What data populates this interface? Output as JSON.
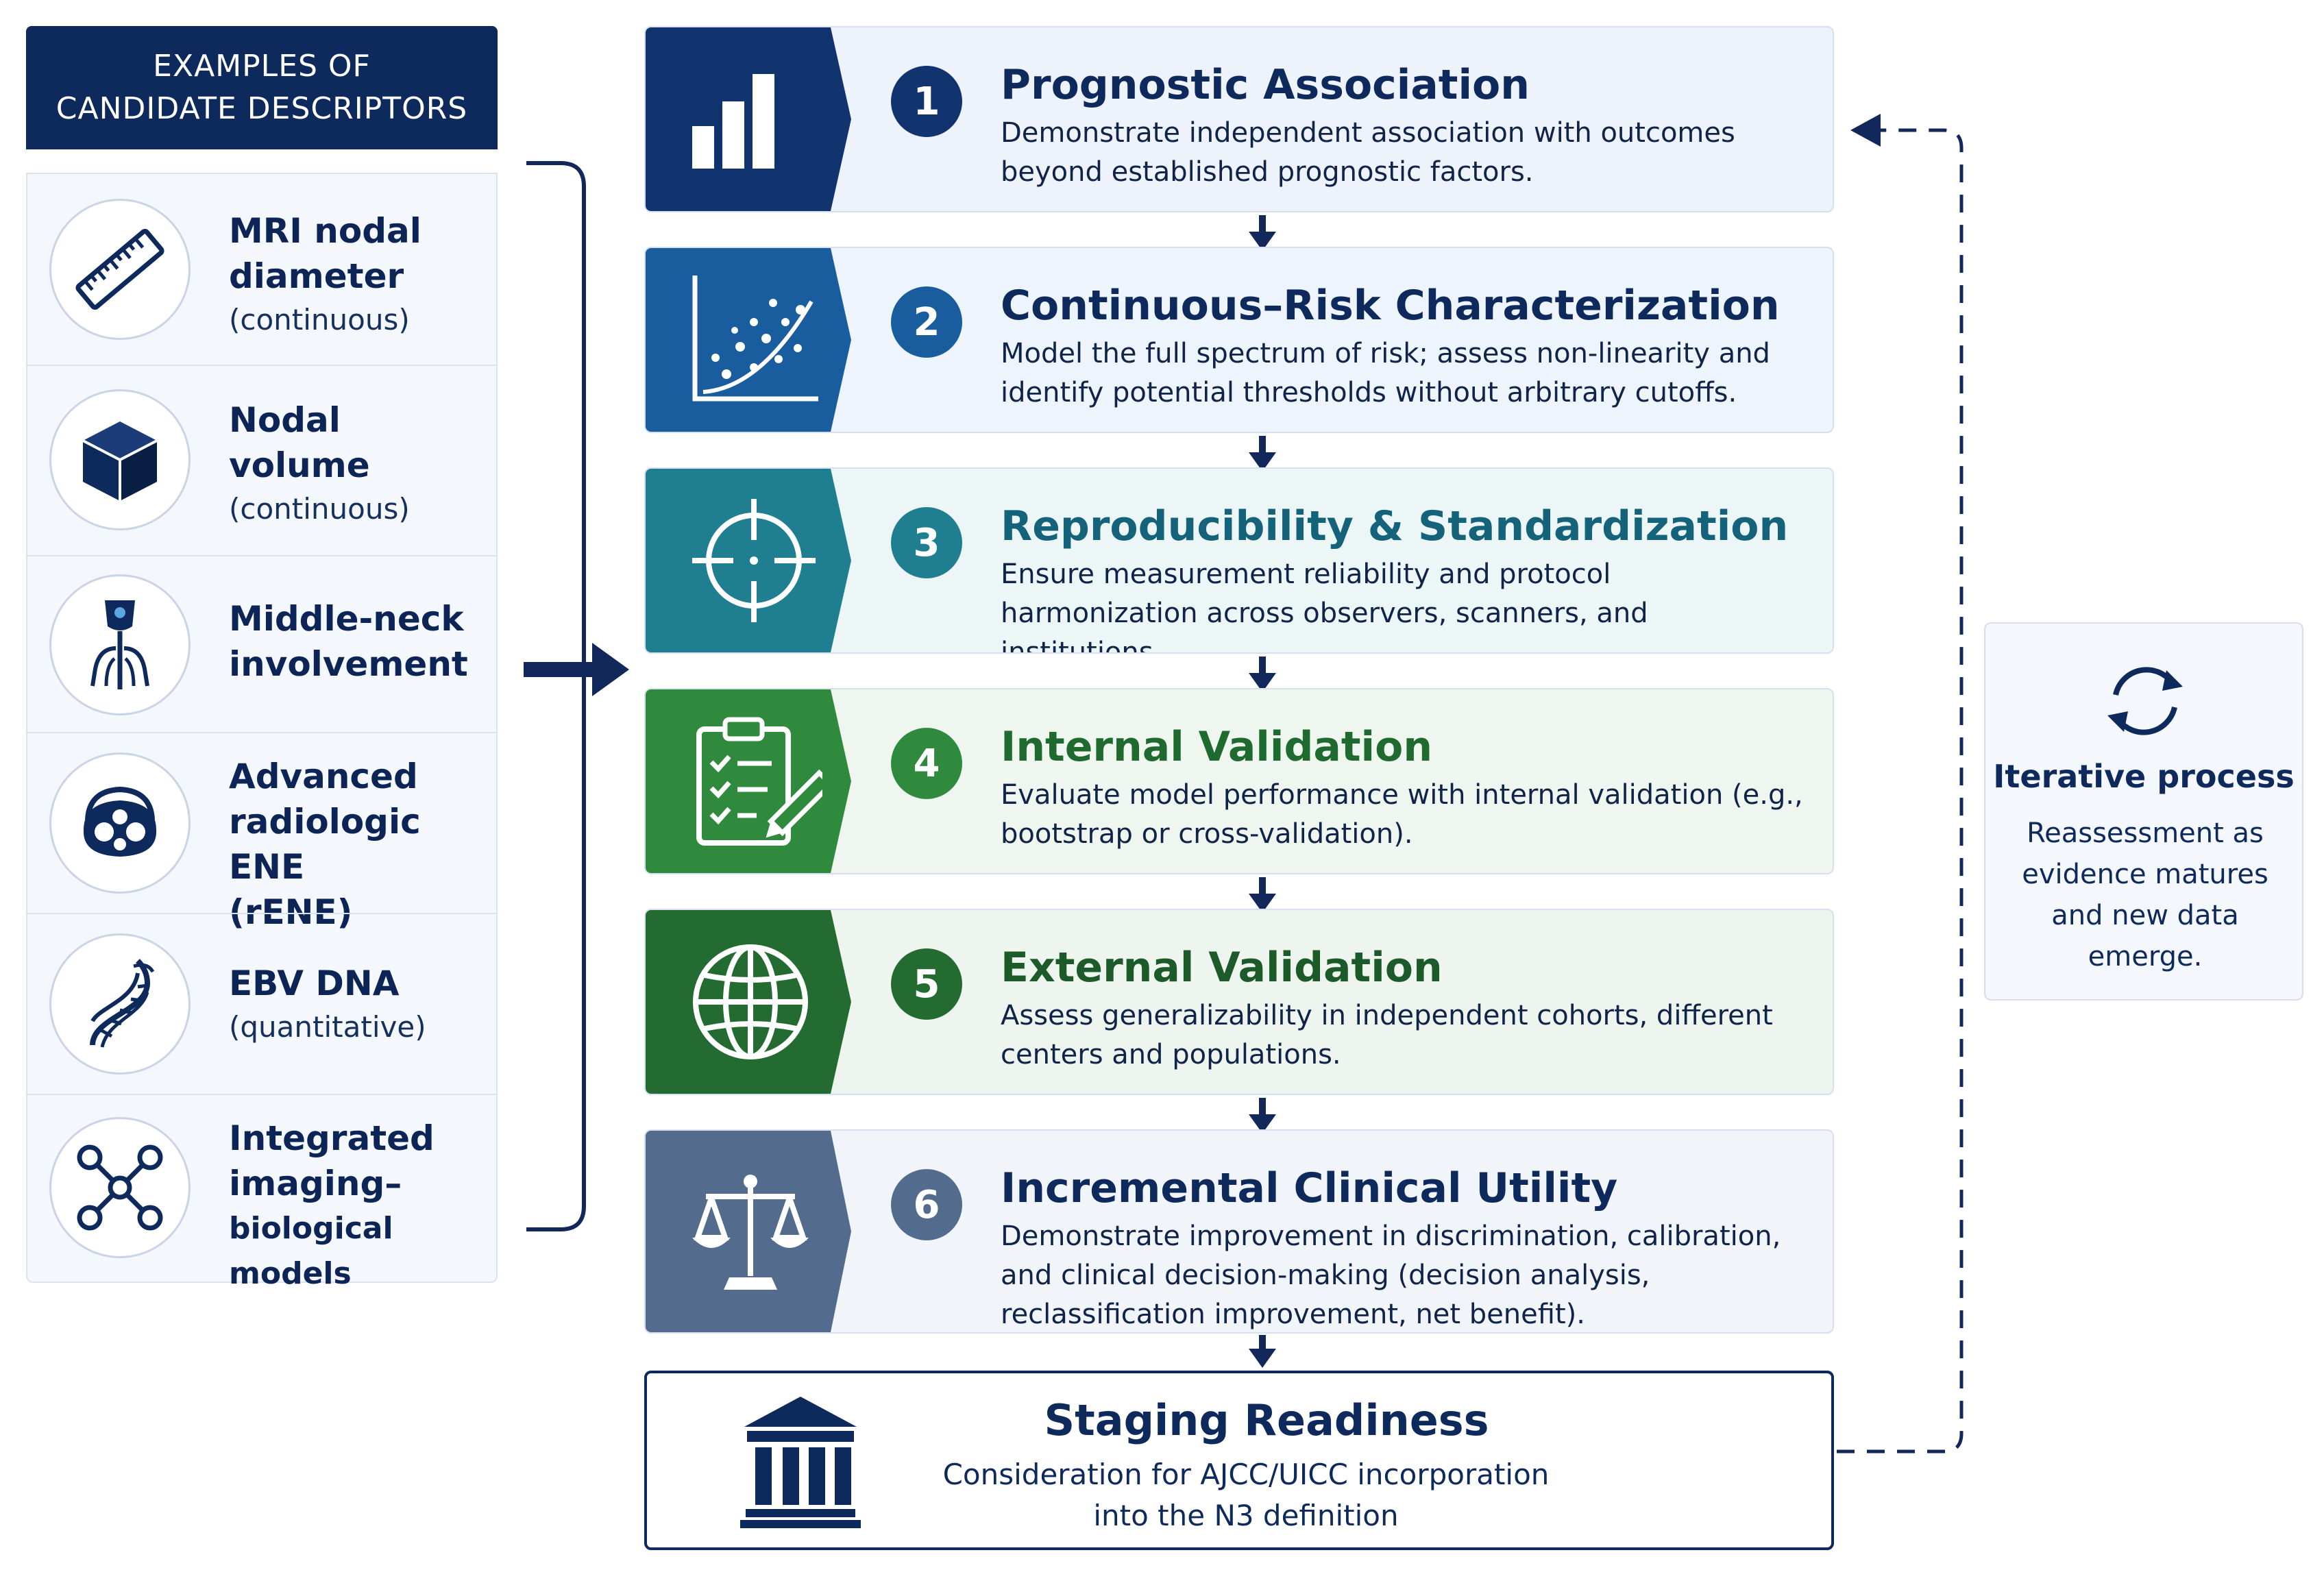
{
  "left_panel": {
    "header_line1": "EXAMPLES OF",
    "header_line2": "CANDIDATE DESCRIPTORS",
    "descriptors": [
      {
        "icon": "ruler-icon",
        "lines": [
          "MRI nodal",
          "diameter"
        ],
        "sub": "(continuous)"
      },
      {
        "icon": "cube-icon",
        "lines": [
          "Nodal",
          "volume"
        ],
        "sub": "(continuous)"
      },
      {
        "icon": "neck-anatomy-icon",
        "lines": [
          "Middle-neck",
          "involvement"
        ],
        "sub": ""
      },
      {
        "icon": "lymph-node-icon",
        "lines": [
          "Advanced",
          "radiologic ENE",
          "(rENE)"
        ],
        "sub": ""
      },
      {
        "icon": "dna-icon",
        "lines": [
          "EBV DNA"
        ],
        "sub": "(quantitative)"
      },
      {
        "icon": "network-icon",
        "lines": [
          "Integrated",
          "imaging–"
        ],
        "sub": "biological models"
      }
    ]
  },
  "steps": [
    {
      "number": "1",
      "icon": "bar-chart-icon",
      "title": "Prognostic Association",
      "desc": "Demonstrate independent association with outcomes beyond established prognostic factors.",
      "band_color": "#11346f",
      "bg": "#eef3fb",
      "title_color": "#0e2a5c"
    },
    {
      "number": "2",
      "icon": "scatter-plot-icon",
      "title": "Continuous–Risk Characterization",
      "desc": "Model the full spectrum of risk; assess non-linearity and identify potential thresholds without arbitrary cutoffs.",
      "band_color": "#1a5d9e",
      "bg": "#edf4fb",
      "title_color": "#0e2a5c"
    },
    {
      "number": "3",
      "icon": "crosshair-icon",
      "title": "Reproducibility & Standardization",
      "desc": "Ensure measurement reliability and protocol harmonization across observers, scanners, and institutions.",
      "band_color": "#1f7e90",
      "bg": "#edf6f7",
      "title_color": "#14637a"
    },
    {
      "number": "4",
      "icon": "clipboard-checklist-icon",
      "title": "Internal Validation",
      "desc": "Evaluate model performance with internal validation (e.g., bootstrap or cross-validation).",
      "band_color": "#2f8a3e",
      "bg": "#eef6ef",
      "title_color": "#1f6a2e"
    },
    {
      "number": "5",
      "icon": "globe-icon",
      "title": "External Validation",
      "desc": "Assess generalizability in independent cohorts, different centers and populations.",
      "band_color": "#236b30",
      "bg": "#eef5ee",
      "title_color": "#1d5a2a"
    },
    {
      "number": "6",
      "icon": "scales-icon",
      "title": "Incremental Clinical Utility",
      "desc": "Demonstrate improvement in discrimination, calibration, and clinical decision-making (decision analysis, reclassification improvement, net benefit).",
      "band_color": "#536b8c",
      "bg": "#f1f4f8",
      "title_color": "#0e2a5c"
    }
  ],
  "final": {
    "icon": "institution-icon",
    "title": "Staging Readiness",
    "desc_line1": "Consideration for AJCC/UICC incorporation",
    "desc_line2": "into the N3 definition"
  },
  "iterative": {
    "icon": "refresh-cycle-icon",
    "title": "Iterative process",
    "desc": "Reassessment as evidence matures and new data emerge."
  },
  "colors": {
    "navy": "#0e2a5c",
    "arrow": "#13285a"
  }
}
